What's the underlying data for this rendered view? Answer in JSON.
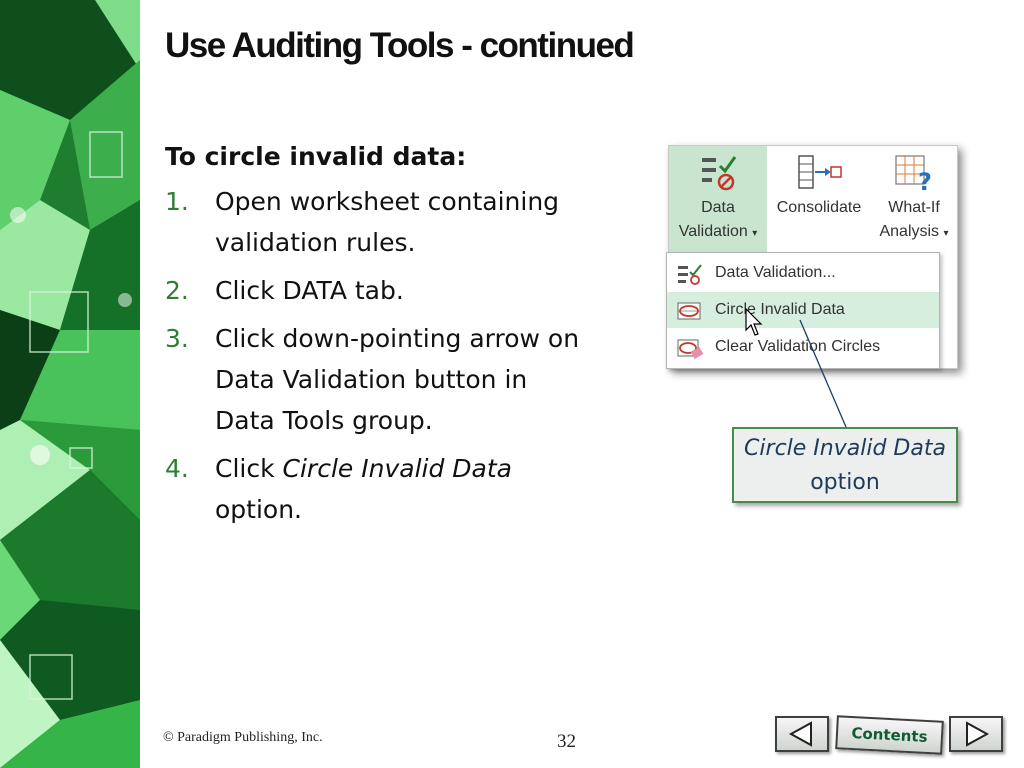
{
  "slide": {
    "title": "Use Auditing Tools - continued",
    "heading": "To circle invalid data:",
    "steps": [
      {
        "num": "1.",
        "text": "Open worksheet containing validation rules."
      },
      {
        "num": "2.",
        "text": "Click DATA tab."
      },
      {
        "num": "3.",
        "text": "Click down-pointing arrow on Data Validation button in Data Tools group."
      },
      {
        "num": "4.",
        "text_before": "Click ",
        "text_italic": "Circle Invalid Data",
        "text_after": " option."
      }
    ]
  },
  "ribbon": {
    "data_validation": {
      "line1": "Data",
      "line2": "Validation"
    },
    "consolidate": "Consolidate",
    "what_if": {
      "line1": "What-If",
      "line2": "Analysis"
    },
    "dropdown_arrow": "▾",
    "menu": [
      {
        "label": "Data Validation...",
        "icon": "data-validation-icon"
      },
      {
        "label": "Circle Invalid Data",
        "icon": "circle-invalid-icon",
        "highlighted": true
      },
      {
        "label": "Clear Validation Circles",
        "icon": "clear-circles-icon"
      }
    ]
  },
  "callout": {
    "line1": "Circle Invalid Data",
    "line2": "option"
  },
  "footer": {
    "copyright": "© Paradigm Publishing, Inc.",
    "page": "32"
  },
  "nav": {
    "contents": "Contents"
  },
  "colors": {
    "accent_green": "#2e7d32",
    "highlight": "#d6eedd",
    "callout_border": "#4a8a4a"
  }
}
